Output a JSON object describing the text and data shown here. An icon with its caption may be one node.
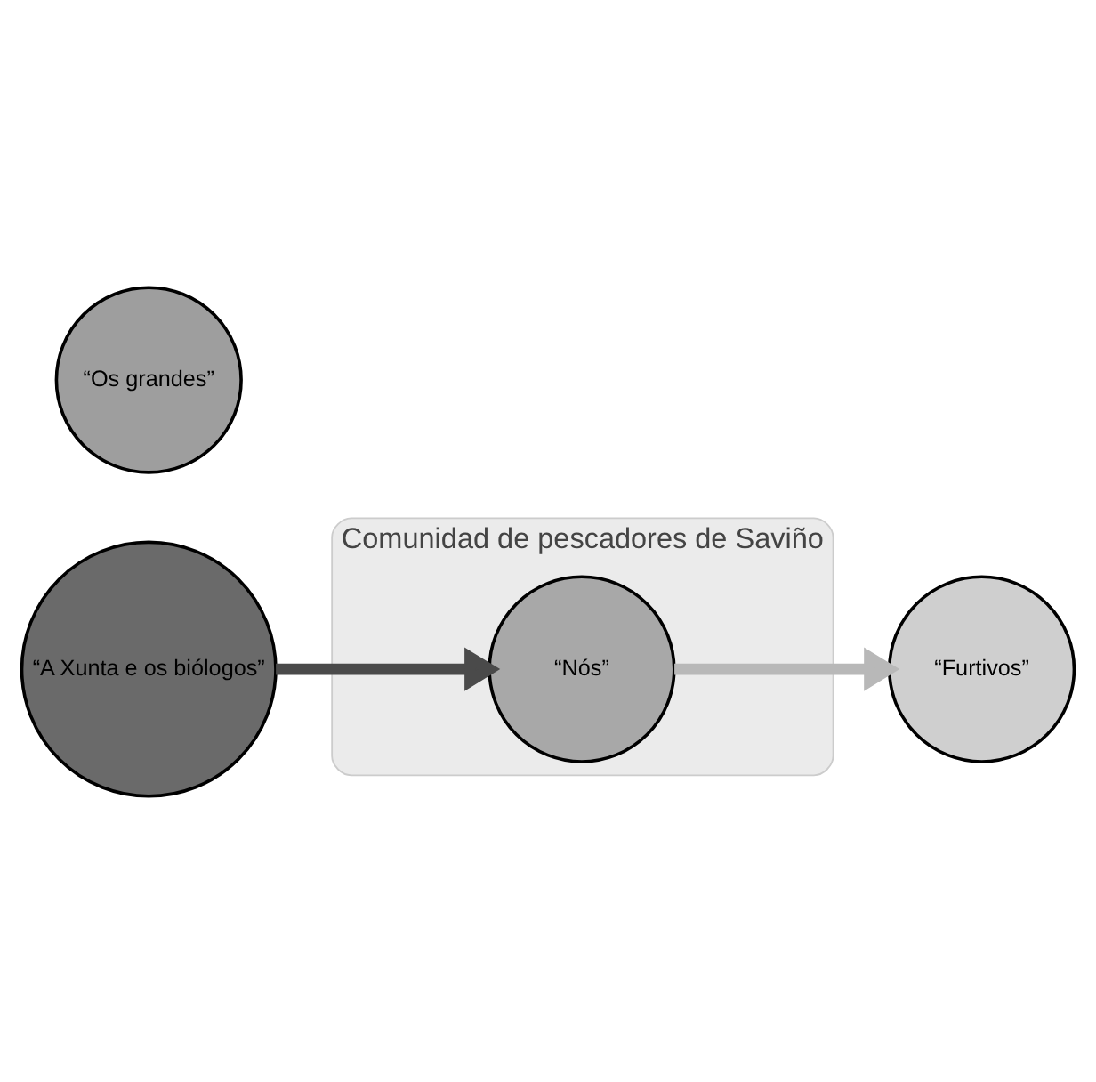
{
  "diagram": {
    "nodes": [
      {
        "text": [
          "Comunidad de pescadores de Saviño"
        ]
      },
      {
        "text": [
          "“Os grandes”"
        ]
      },
      {
        "text": [
          "“A Xunta e os biólogos”"
        ]
      },
      {
        "text": [
          "“Nós”"
        ],
        "in": 0
      },
      {
        "text": [
          "“Furtivos”"
        ]
      }
    ],
    "edges": [
      {
        "from": 2,
        "to": 3,
        "arrow": "to",
        "color": "#4a4a4a"
      },
      {
        "from": 3,
        "to": 4,
        "arrow": "to",
        "color": "#b8b8b8"
      }
    ]
  }
}
